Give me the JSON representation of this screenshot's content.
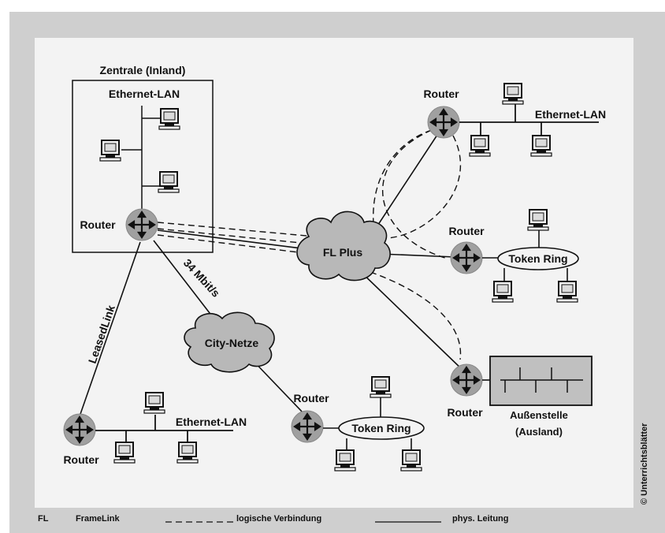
{
  "colors": {
    "frame": "#cfcfcf",
    "panel": "#f3f3f3",
    "router": "#a0a0a0",
    "cloud": "#b8b8b8",
    "building": "#c0c0c0",
    "ink": "#111111"
  },
  "labels": {
    "zentrale": "Zentrale (Inland)",
    "ethernet_zentrale": "Ethernet-LAN",
    "router_zentrale": "Router",
    "router_top_right": "Router",
    "ethernet_top_right": "Ethernet-LAN",
    "router_mid_right": "Router",
    "token_ring_right": "Token Ring",
    "fl_plus": "FL Plus",
    "speed": "34 Mbit/s",
    "leased_link": "LeasedLink",
    "city_netze": "City-Netze",
    "router_bottom_left": "Router",
    "ethernet_bottom_left": "Ethernet-LAN",
    "router_bottom_mid": "Router",
    "token_ring_bottom": "Token Ring",
    "router_bottom_right": "Router",
    "aussenstelle_line1": "Außenstelle",
    "aussenstelle_line2": "(Ausland)"
  },
  "legend": {
    "abbr": "FL",
    "abbr_meaning": "FrameLink",
    "dashed_meaning": "logische Verbindung",
    "solid_meaning": "phys. Leitung"
  },
  "copyright": "© Unterrichtsblätter",
  "icons": [
    "router-icon",
    "computer-icon",
    "cloud-icon",
    "building-icon"
  ]
}
